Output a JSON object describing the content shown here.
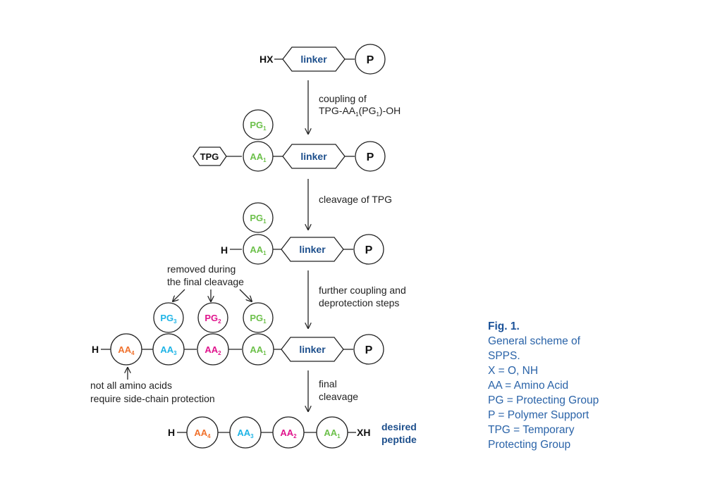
{
  "colors": {
    "linker": "#1d4f8c",
    "aa1": "#6cc04a",
    "aa2": "#e0138c",
    "aa3": "#1eb4e6",
    "aa4": "#f0712c",
    "text": "#222222",
    "caption": "#2a63a8"
  },
  "labels": {
    "hx": "HX",
    "xh": "XH",
    "h": "H",
    "linker": "linker",
    "p": "P",
    "tpg": "TPG",
    "pg": "PG",
    "aa": "AA",
    "sub1": "1",
    "sub2": "2",
    "sub3": "3",
    "sub4": "4"
  },
  "steps": {
    "coupling_line1": "coupling of",
    "coupling_tpg": "TPG-AA",
    "coupling_pg": "(PG",
    "coupling_end": ")-OH",
    "cleavage": "cleavage of TPG",
    "further_line1": "further coupling and",
    "further_line2": "deprotection steps",
    "final_line1": "final",
    "final_line2": "cleavage"
  },
  "notes": {
    "removed_line1": "removed during",
    "removed_line2": "the final cleavage",
    "notall_line1": "not all amino acids",
    "notall_line2": "require side-chain protection",
    "desired_line1": "desired",
    "desired_line2": "peptide"
  },
  "caption": {
    "title": "Fig. 1.",
    "lines": [
      "General scheme of",
      "SPPS.",
      "X = O, NH",
      "AA = Amino Acid",
      "PG = Protecting Group",
      "P = Polymer Support",
      "TPG = Temporary",
      "Protecting Group"
    ]
  }
}
